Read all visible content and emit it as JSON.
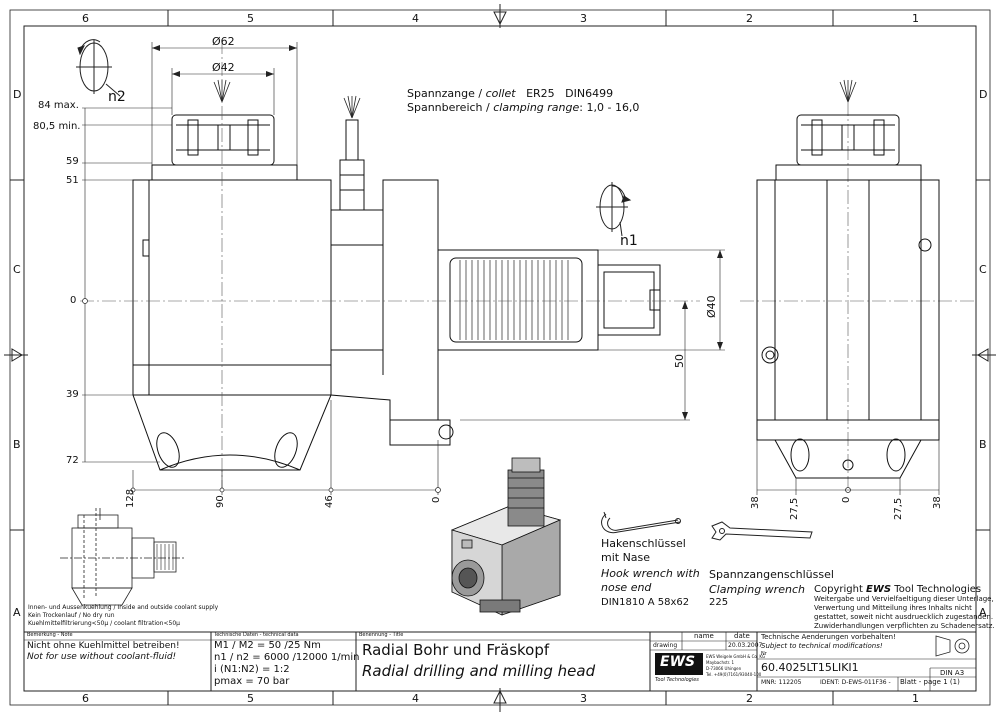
{
  "sheet": {
    "col_labels_top": [
      "6",
      "5",
      "4",
      "3",
      "2",
      "1"
    ],
    "col_labels_bottom": [
      "6",
      "5",
      "4",
      "3",
      "2",
      "1"
    ],
    "row_labels_left": [
      "D",
      "C",
      "B",
      "A"
    ],
    "row_labels_right": [
      "D",
      "C",
      "B",
      "A"
    ]
  },
  "collet": {
    "line1_a": "Spannzange / ",
    "line1_b": "collet",
    "line1_c": "ER25",
    "line1_d": "DIN6499",
    "line2_a": "Spannbereich / ",
    "line2_b": "clamping range",
    "line2_c": ": 1,0 - 16,0"
  },
  "dims": {
    "d62": "Ø62",
    "d42": "Ø42",
    "h84": "84 max.",
    "h80": "80,5 min.",
    "h59": "59",
    "h51": "51",
    "h0": "0",
    "h39": "39",
    "h72": "72",
    "b128": "128",
    "b90": "90",
    "b46": "46",
    "b0": "0",
    "d40": "Ø40",
    "v50": "50",
    "r38a": "38",
    "r275a": "27,5",
    "r0": "0",
    "r275b": "27,5",
    "r38b": "38",
    "n1": "n1",
    "n2": "n2"
  },
  "coolant": {
    "l1": "Innen- und Aussenkuehlung / Inside and outside coolant supply",
    "l2": "Kein Trockenlauf / No dry run",
    "l3": "Kuehlmittelfiltrierung<50µ / coolant filtration<50µ"
  },
  "hook": {
    "l1": "Hakenschlüssel",
    "l2": "mit Nase",
    "l3": "Hook wrench with",
    "l4": "nose end",
    "l5": "DIN1810  A  58x62"
  },
  "clamp": {
    "l1": "Spannzangenschlüssel",
    "l2": "Clamping wrench",
    "l3": "225"
  },
  "copyright": {
    "title_a": "Copyright ",
    "title_b": "EWS",
    "title_c": " Tool Technologies",
    "l1": "Weitergabe und Vervielfaeltigung dieser Unterlage,",
    "l2": "Verwertung und Mitteilung ihres Inhalts nicht",
    "l3": "gestattet, soweit nicht ausdruecklich zugestanden.",
    "l4": "Zuwiderhandlungen verpflichten zu Schadenersatz."
  },
  "titleblock": {
    "remark_lbl": "Bemerkung - Note",
    "remark1": "Nicht ohne Kuehlmittel betreiben!",
    "remark2": "Not for use without coolant-fluid!",
    "tech_lbl": "Technische Daten - technical data",
    "m_row": "M1 / M2 = 50  /25  Nm",
    "n_row": "n1 / n2 = 6000 /12000 1/min",
    "i_row": "i  (N1:N2)  = 1:2",
    "p_row": "pmax      = 70  bar",
    "name_lbl": "Benennung - Title",
    "title_de": "Radial Bohr und Fräskopf",
    "title_en": "Radial drilling and milling head",
    "col_name": "name",
    "col_date": "date",
    "row_drawing": "drawing",
    "date_val": "20.03.2007",
    "logo": "EWS",
    "logo_sub": "Tool Technologies",
    "addr1": "EWS Weigele GmbH & Co. KG",
    "addr2": "Maybachstr. 1",
    "addr3": "D-73066 Uhingen",
    "addr4": "Tel. +49(0)7161/93040-100",
    "changes_de": "Technische Aenderungen vorbehalten!",
    "changes_en": "Subject to technical modifications!",
    "nr_lbl": "Nr",
    "part_no": "60.4025LT15LIKI1",
    "mnr": "MNR: 112205",
    "ident": "IDENT: D-EWS-011F36 -",
    "sheet_page": "Blatt - page  1 (1)",
    "din": "DIN A3"
  }
}
